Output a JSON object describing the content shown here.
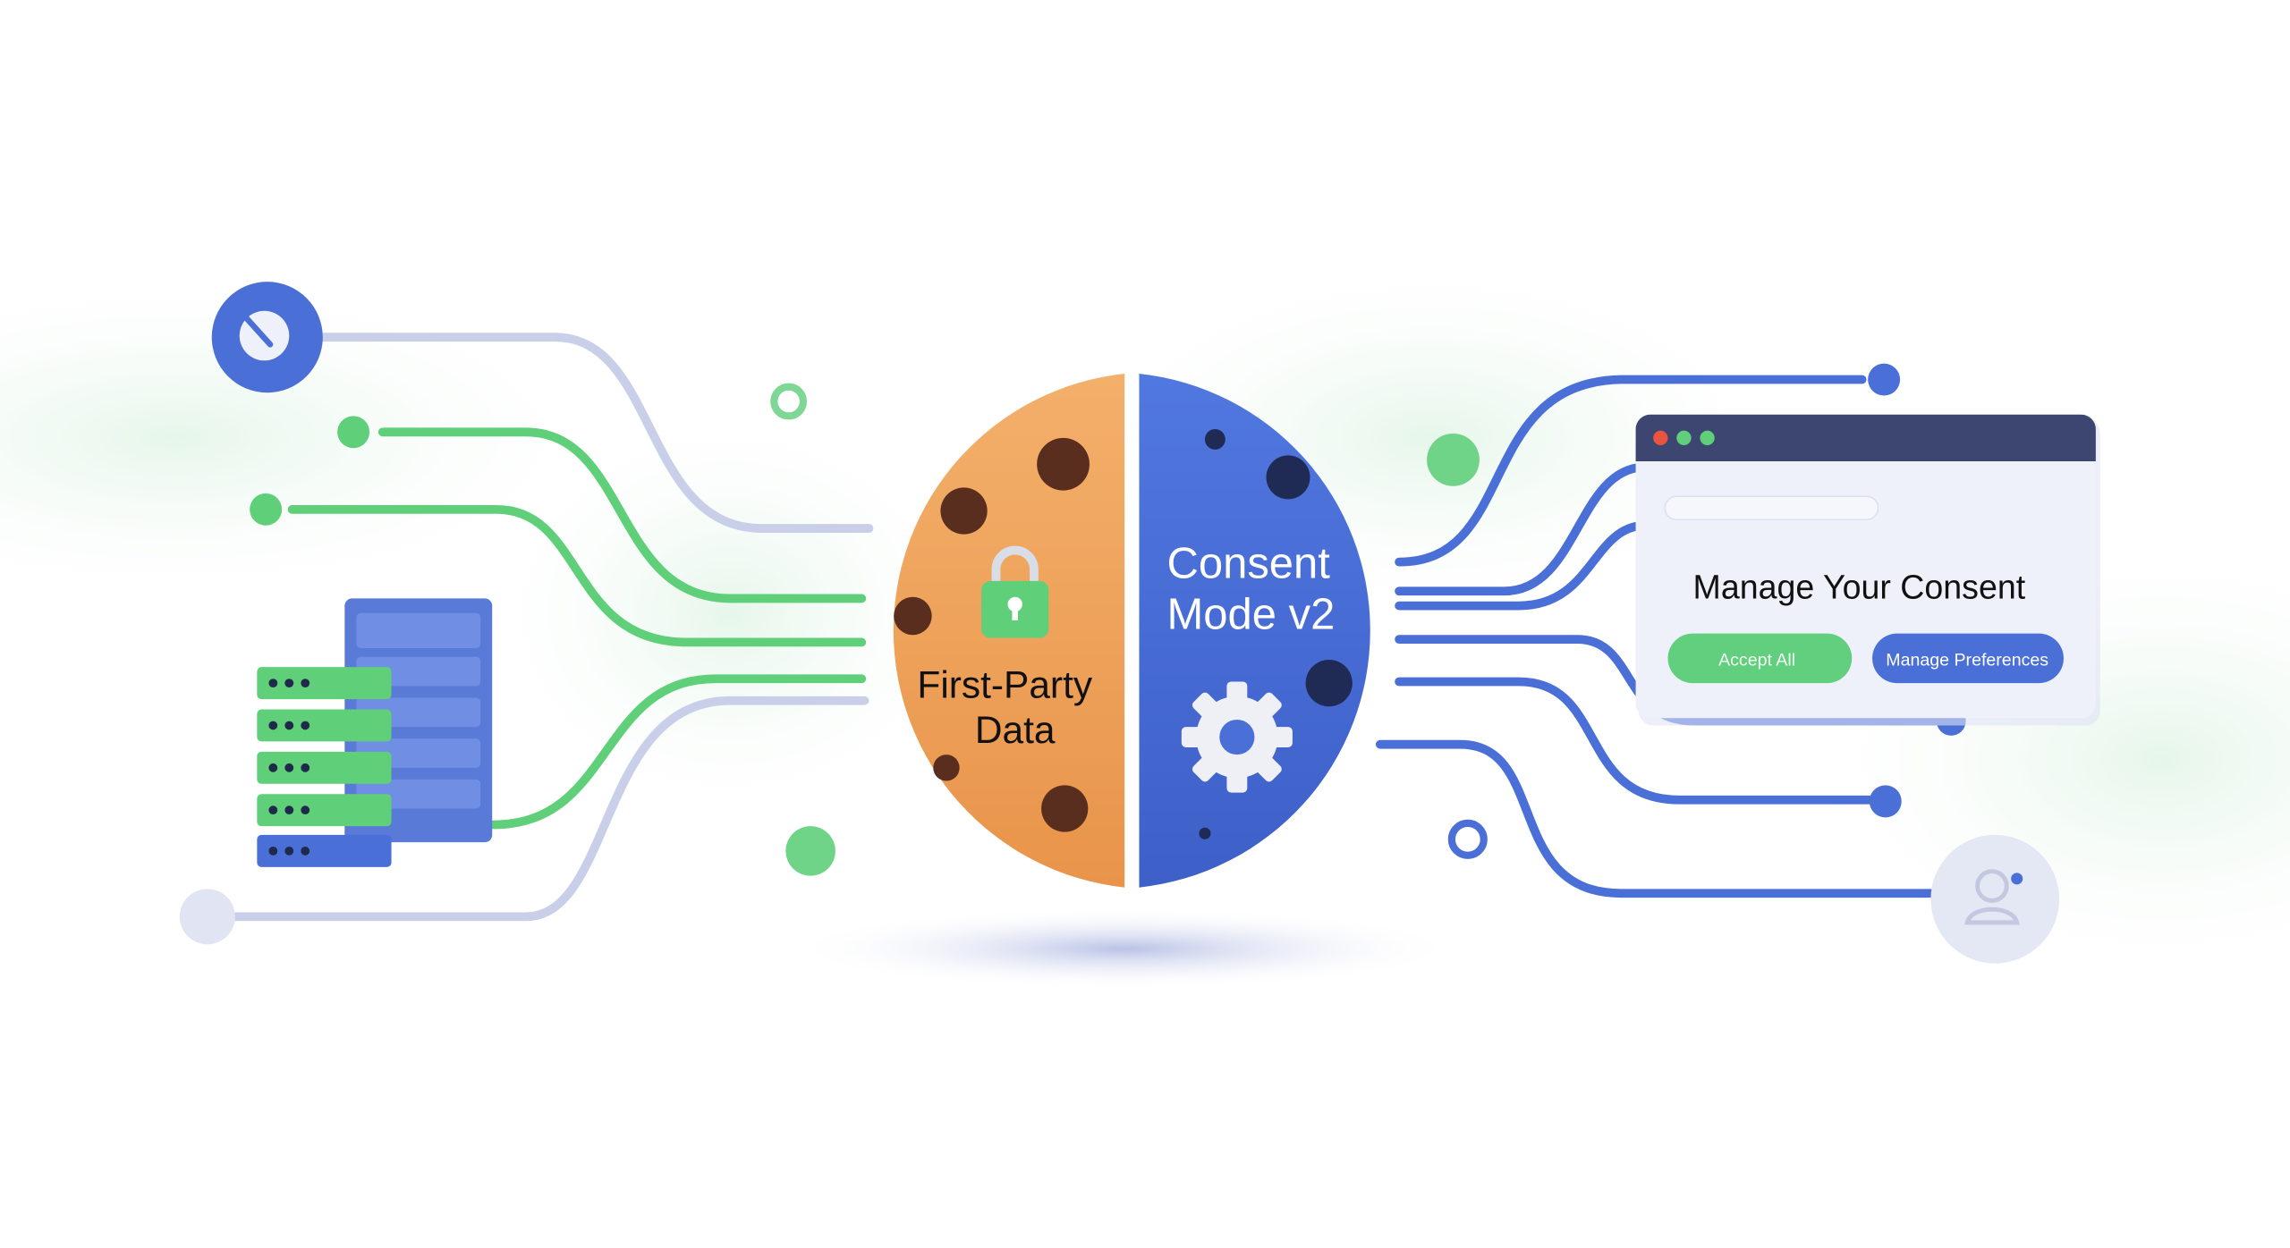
{
  "cookie": {
    "left_label_line1": "First-Party",
    "left_label_line2": "Data",
    "right_label_line1": "Consent",
    "right_label_line2": "Mode v2"
  },
  "consent_window": {
    "title": "Manage Your Consent",
    "accept_label": "Accept All",
    "manage_label": "Manage Preferences"
  },
  "colors": {
    "cookie": "#f0a45c",
    "blue": "#4a6fd6",
    "green": "#5fcf7a",
    "titlebar": "#3c4670"
  }
}
